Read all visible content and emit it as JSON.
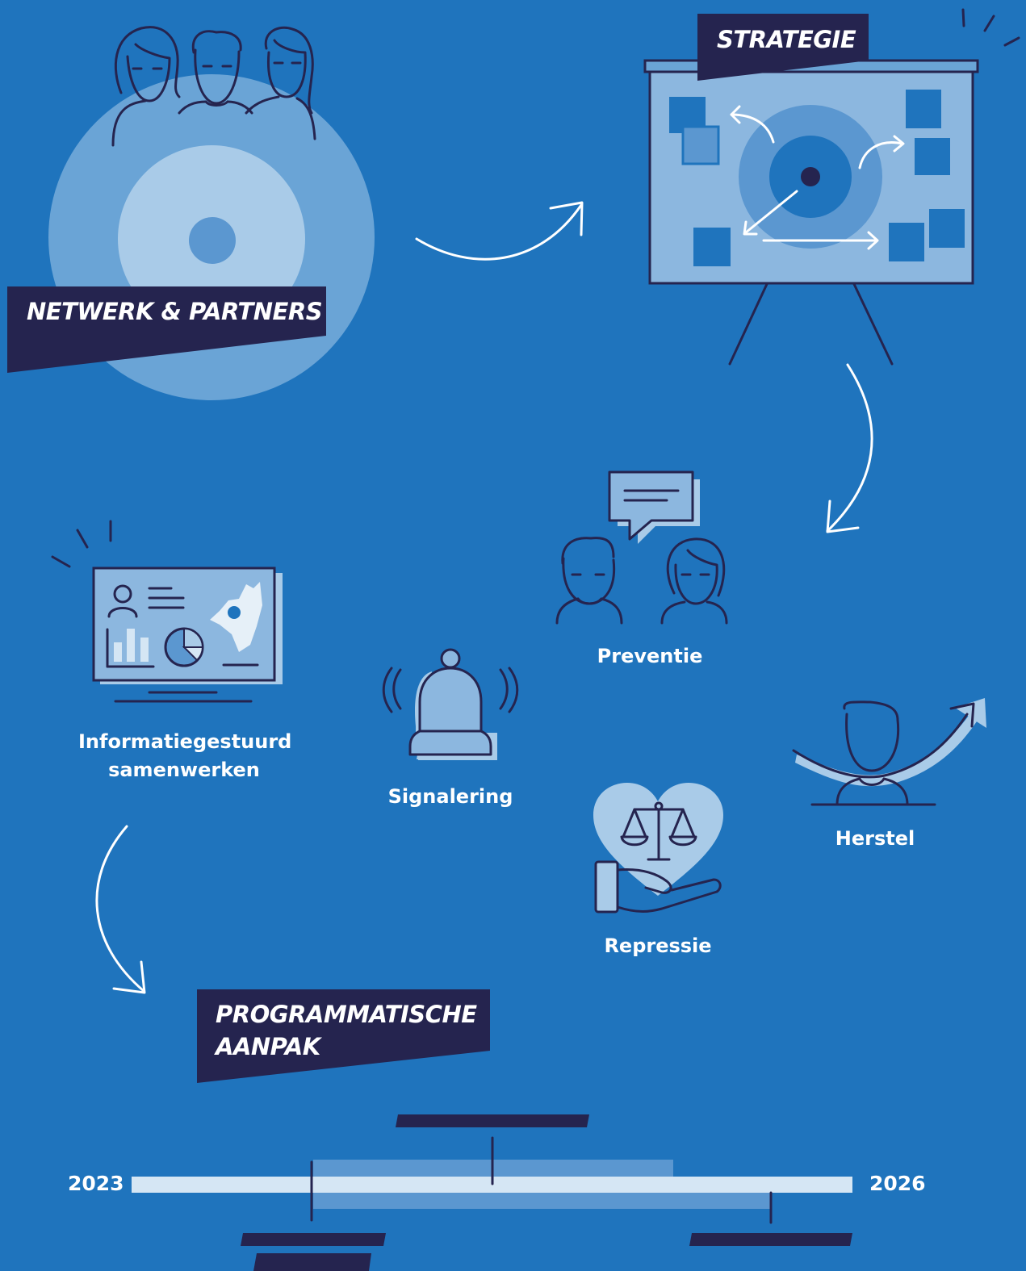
{
  "banners": {
    "network": "NETWERK & PARTNERS",
    "strategy": "STRATEGIE",
    "programmatic_line1": "PROGRAMMATISCHE",
    "programmatic_line2": "AANPAK"
  },
  "labels": {
    "info_line1": "Informatiegestuurd",
    "info_line2": "samenwerken",
    "signalering": "Signalering",
    "preventie": "Preventie",
    "repressie": "Repressie",
    "herstel": "Herstel"
  },
  "timeline": {
    "start_year": "2023",
    "end_year": "2026"
  },
  "colors": {
    "background": "#1f74bd",
    "navy": "#25244f",
    "light_blue": "#a9cbe8",
    "mid_blue": "#6aa4d6",
    "track": "#d5e6f4",
    "white": "#ffffff"
  },
  "icons": [
    "people-group-icon",
    "target-circle-icon",
    "presentation-board-icon",
    "monitor-dashboard-icon",
    "alarm-bell-icon",
    "conversation-icon",
    "scales-heart-hand-icon",
    "person-rising-arrow-icon"
  ]
}
